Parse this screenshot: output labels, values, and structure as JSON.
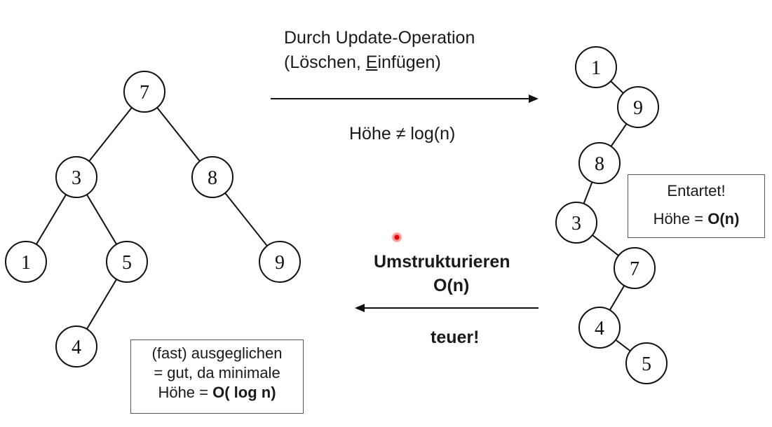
{
  "left_tree": {
    "nodes": [
      {
        "id": "n7",
        "label": "7"
      },
      {
        "id": "n3",
        "label": "3"
      },
      {
        "id": "n8",
        "label": "8"
      },
      {
        "id": "n1",
        "label": "1"
      },
      {
        "id": "n5",
        "label": "5"
      },
      {
        "id": "n9",
        "label": "9"
      },
      {
        "id": "n4",
        "label": "4"
      }
    ],
    "edges": [
      [
        "n7",
        "n3"
      ],
      [
        "n7",
        "n8"
      ],
      [
        "n3",
        "n1"
      ],
      [
        "n3",
        "n5"
      ],
      [
        "n8",
        "n9"
      ],
      [
        "n5",
        "n4"
      ]
    ]
  },
  "right_tree": {
    "nodes": [
      {
        "id": "r1",
        "label": "1"
      },
      {
        "id": "r9",
        "label": "9"
      },
      {
        "id": "r8",
        "label": "8"
      },
      {
        "id": "r3",
        "label": "3"
      },
      {
        "id": "r7",
        "label": "7"
      },
      {
        "id": "r4",
        "label": "4"
      },
      {
        "id": "r5",
        "label": "5"
      }
    ],
    "edges": [
      [
        "r1",
        "r9"
      ],
      [
        "r9",
        "r8"
      ],
      [
        "r8",
        "r3"
      ],
      [
        "r3",
        "r7"
      ],
      [
        "r7",
        "r4"
      ],
      [
        "r4",
        "r5"
      ]
    ]
  },
  "top_arrow": {
    "line1": "Durch Update-Operation",
    "line2_prefix": "(Löschen, ",
    "line2_underlined": "E",
    "line2_suffix": "infügen)",
    "height_note": "Höhe ≠ log(n)"
  },
  "bottom_arrow": {
    "line1": "Umstrukturieren",
    "line2": "O(n)",
    "cost": "teuer!"
  },
  "degenerate_box": {
    "line1": "Entartet!",
    "line2_prefix": "Höhe = ",
    "line2_bold": "O(n)"
  },
  "balanced_box": {
    "line1": "(fast) ausgeglichen",
    "line2": "= gut, da minimale",
    "line3_prefix": "Höhe = ",
    "line3_bold": "O( log n)"
  }
}
